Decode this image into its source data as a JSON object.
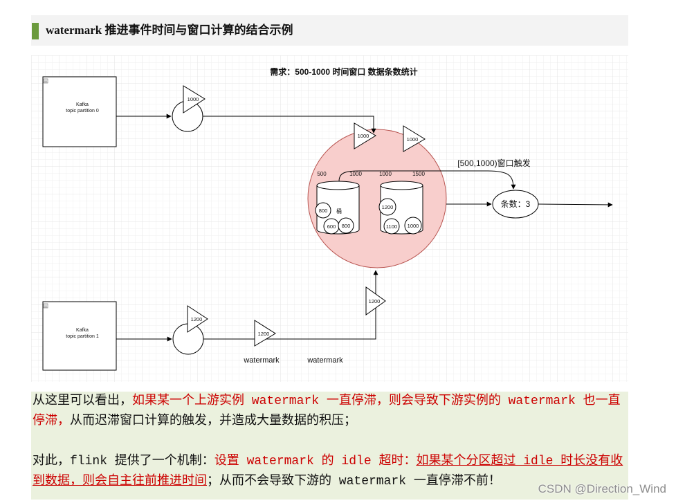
{
  "header": {
    "title": "watermark 推进事件时间与窗口计算的结合示例"
  },
  "diagram": {
    "title": "需求：500-1000 时间窗口 数据条数统计",
    "partition_0": {
      "name": "Kafka",
      "subtitle": "topic partition 0"
    },
    "partition_1": {
      "name": "Kafka",
      "subtitle": "topic partition 1"
    },
    "upper_path_watermarks": [
      "1000",
      "1000",
      "1000"
    ],
    "lower_path_watermarks": [
      "1200",
      "1200",
      "1200"
    ],
    "lower_path_labels": [
      "watermark",
      "watermark"
    ],
    "window_bounds": [
      "500",
      "1000",
      "1000",
      "1500"
    ],
    "bucket_label": "桶",
    "bucket_1_items": [
      "800",
      "600",
      "800"
    ],
    "bucket_2_items": [
      "1200",
      "1100",
      "1000"
    ],
    "trigger_label": "[500,1000)窗口触发",
    "result": "条数：3"
  },
  "paragraphs": [
    {
      "segments": [
        {
          "text": "从这里可以看出，"
        },
        {
          "text": "如果某一个上游实例 watermark 一直停滞，则会导致下游实例的 watermark 也一直停滞，"
        },
        {
          "text": "从而迟滞窗口计算的触发，并造成大量数据的积压；"
        }
      ]
    },
    {
      "segments": [
        {
          "text": "对此，flink 提供了一个机制："
        },
        {
          "text": "设置 watermark 的 idle 超时："
        },
        {
          "text": "如果某个分区超过 idle 时长没有收到数据，则会自主往前推进时间"
        },
        {
          "text": "；从而不会导致下游的 watermark 一直停滞不前！"
        }
      ]
    }
  ],
  "watermark": "CSDN @Direction_Wind",
  "colors": {
    "accent": "#6b9a3d",
    "header_bg": "#f3f3f3",
    "text_bg": "#ebf1de",
    "highlight_red": "#cc0000",
    "window_fill": "#f8cecc",
    "window_stroke": "#b85450"
  }
}
